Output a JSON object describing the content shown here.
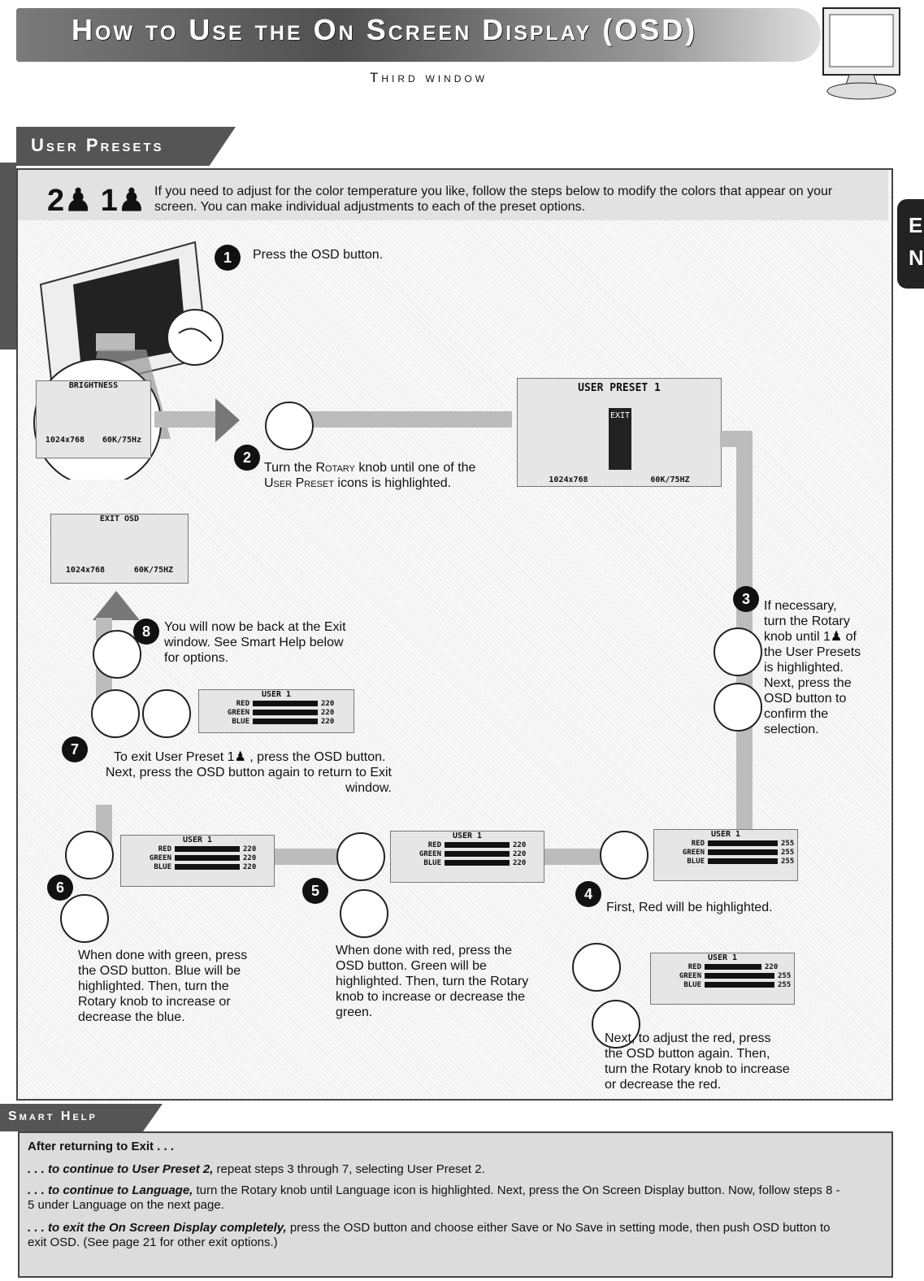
{
  "header": {
    "title": "How to Use the On Screen Display (OSD)",
    "subtitle": "Third window"
  },
  "section": {
    "title": "User Presets",
    "icons_label": "2♟ 1♟",
    "intro": "If you need to adjust for the color temperature you like, follow the steps below to modify the colors that appear on your screen. You can make individual adjustments to each of the preset options."
  },
  "edge_tab": {
    "text": "E\nN"
  },
  "steps": {
    "s1": {
      "num": "1",
      "text": "Press the OSD button."
    },
    "s2": {
      "num": "2",
      "text_a": "Turn the ",
      "rotary": "Rotary",
      "text_b": " knob until one of the ",
      "user_preset": "User Preset",
      "text_c": " icons is highlighted."
    },
    "s3": {
      "num": "3",
      "text": "If necessary, turn the Rotary knob until 1♟ of the User Presets is highlighted. Next, press the OSD button to confirm the selection."
    },
    "s4": {
      "num": "4",
      "text": "First, Red will be highlighted."
    },
    "s4b": {
      "text": "Next, to adjust the red, press the OSD button again. Then, turn the Rotary knob to increase or decrease the red."
    },
    "s5": {
      "num": "5",
      "text": "When done with red, press the OSD button. Green will be highlighted. Then, turn the Rotary knob to increase or decrease the green."
    },
    "s6": {
      "num": "6",
      "text": "When done with green, press the OSD button. Blue will be highlighted. Then, turn the Rotary knob to increase or decrease the blue."
    },
    "s7": {
      "num": "7",
      "text_a": "To exit User Preset 1♟ , press the OSD button.",
      "text_b": "Next, press the OSD button again to return to Exit window."
    },
    "s8": {
      "num": "8",
      "text": "You will now be back at the Exit window. See Smart Help below for options."
    }
  },
  "osd": {
    "brightness": {
      "title": "BRIGHTNESS",
      "foot_left": "1024x768",
      "foot_right": "60K/75Hz"
    },
    "user_preset": {
      "title": "USER PRESET 1",
      "exit": "EXIT",
      "foot_left": "1024x768",
      "foot_right": "60K/75HZ"
    },
    "exit_osd": {
      "title": "EXIT OSD",
      "foot_left": "1024x768",
      "foot_right": "60K/75HZ"
    },
    "user1_top": {
      "title": "USER 1",
      "red": "RED",
      "green": "GREEN",
      "blue": "BLUE",
      "rv": "220",
      "gv": "220",
      "bv": "220"
    },
    "user1_r": {
      "title": "USER 1",
      "red": "RED",
      "green": "GREEN",
      "blue": "BLUE",
      "rv": "255",
      "gv": "255",
      "bv": "255"
    },
    "user1_r2": {
      "title": "USER 1",
      "red": "RED",
      "green": "GREEN",
      "blue": "BLUE",
      "rv": "220",
      "gv": "255",
      "bv": "255"
    },
    "user1_g": {
      "title": "USER 1",
      "red": "RED",
      "green": "GREEN",
      "blue": "BLUE",
      "rv": "220",
      "gv": "220",
      "bv": "220"
    },
    "user1_b": {
      "title": "USER 1",
      "red": "RED",
      "green": "GREEN",
      "blue": "BLUE",
      "rv": "220",
      "gv": "220",
      "bv": "220"
    }
  },
  "smart_help": {
    "title": "Smart Help",
    "heading": "After returning to Exit . . .",
    "l1_em": ". . . to continue to User Preset 2,",
    "l1": " repeat steps 3 through 7, selecting User Preset 2.",
    "l2_em": ". . . to continue to Language,",
    "l2": " turn the Rotary knob until Language icon is highlighted. Next, press the On Screen Display button. Now, follow steps 8 - 5 under Language on the next page.",
    "l3_em": ". . . to exit the On Screen Display completely,",
    "l3": " press the OSD button and choose either Save or No Save in setting mode, then push OSD button to exit OSD. (See page 21 for other exit options.)"
  }
}
